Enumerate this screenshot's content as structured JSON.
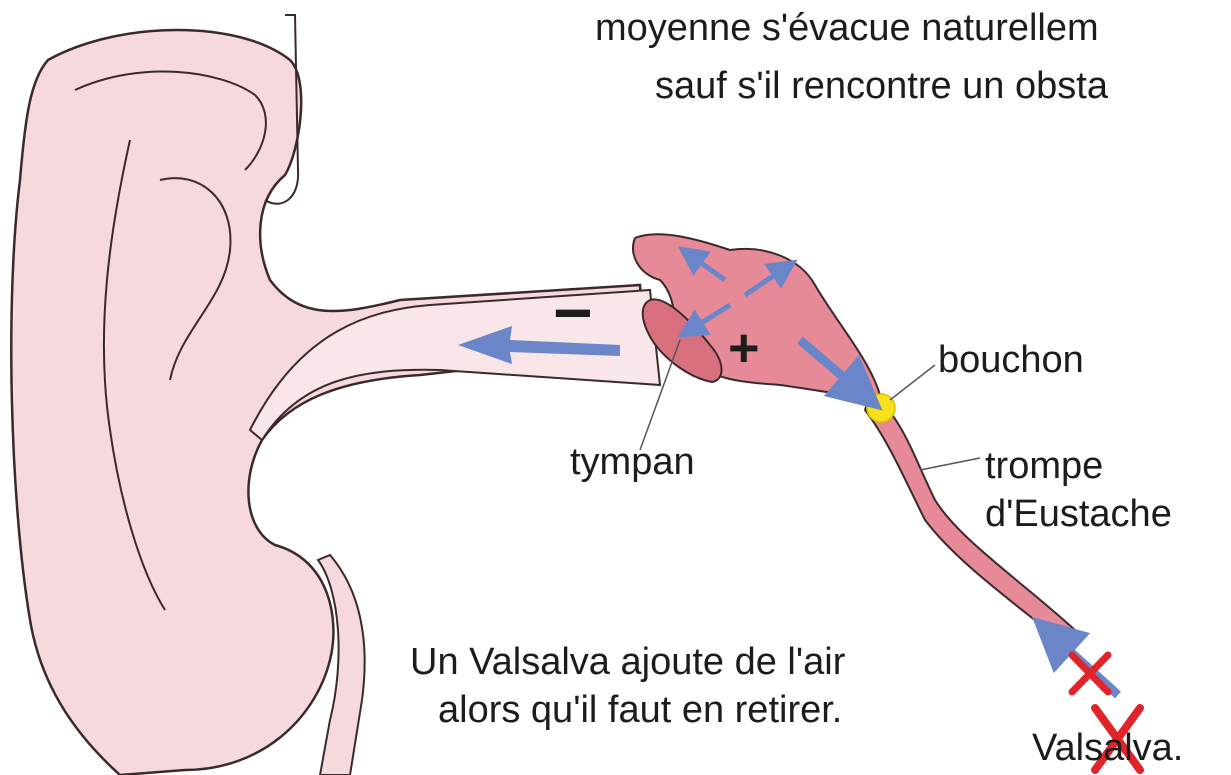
{
  "caption": {
    "line1": "moyenne s'évacue naturellem",
    "line2": "sauf s'il rencontre un obsta"
  },
  "labels": {
    "minus": "−",
    "plus": "+",
    "bouchon": "bouchon",
    "tympan": "tympan",
    "trompe_line1": "trompe",
    "trompe_line2": "d'Eustache",
    "valsalva_line1": "Un Valsalva ajoute de l'air",
    "valsalva_line2": "alors qu'il faut en retirer.",
    "valsalva_word": "Valsalva."
  },
  "colors": {
    "ear_fill": "#f5d9dc",
    "canal_fill": "#f9e6e8",
    "middle_ear_fill": "#e58a96",
    "arrow": "#6a86c8",
    "plug": "#f7e11a",
    "cross": "#e0242a",
    "outline": "#3a2a2c"
  }
}
